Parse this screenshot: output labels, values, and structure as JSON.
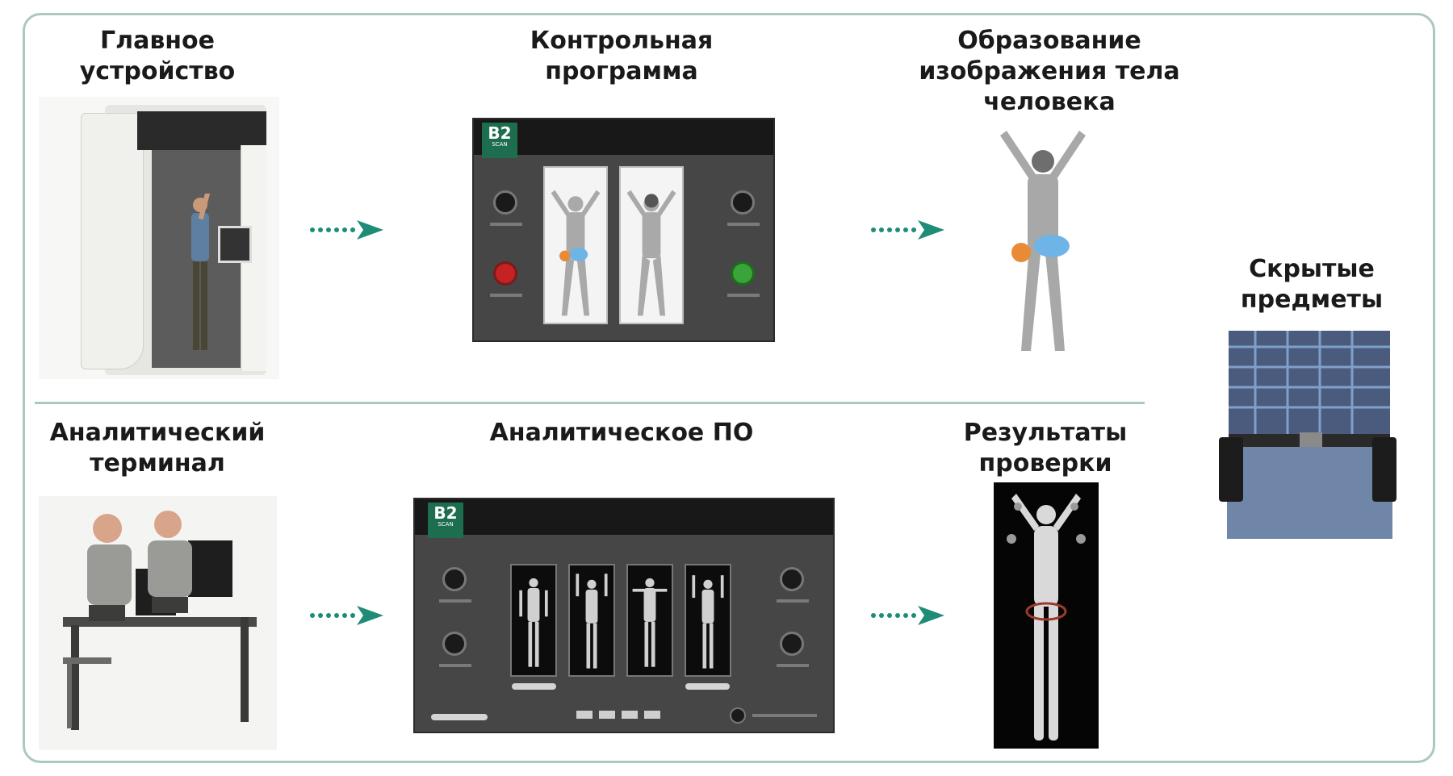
{
  "labels": {
    "main_device": "Главное\nустройство",
    "control_program": "Контрольная\nпрограмма",
    "body_image": "Образование\nизображения тела\nчеловека",
    "hidden_items": "Скрытые\nпредметы",
    "analytic_terminal": "Аналитический\nтерминал",
    "analytic_software": "Аналитическое ПО",
    "check_results": "Результаты\nпроверки"
  },
  "software": {
    "logo_text": "B2",
    "logo_subtext": "SCAN"
  },
  "icons": {
    "flow_arrow": "dotted-arrow-right-icon",
    "knob": "round-button-icon"
  },
  "colors": {
    "frame_border": "#a9c9c0",
    "arrow": "#1e8c76",
    "logo_green": "#1d6e4e",
    "alert_orange": "#e98a37",
    "region_blue": "#6fb4e6"
  }
}
